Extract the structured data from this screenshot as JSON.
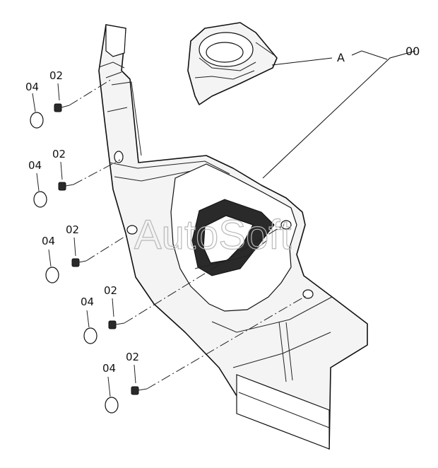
{
  "callouts": {
    "assembly": "00",
    "detail_ref": "A",
    "screw": "02",
    "cap": "04"
  },
  "watermark": "AutoSoft"
}
